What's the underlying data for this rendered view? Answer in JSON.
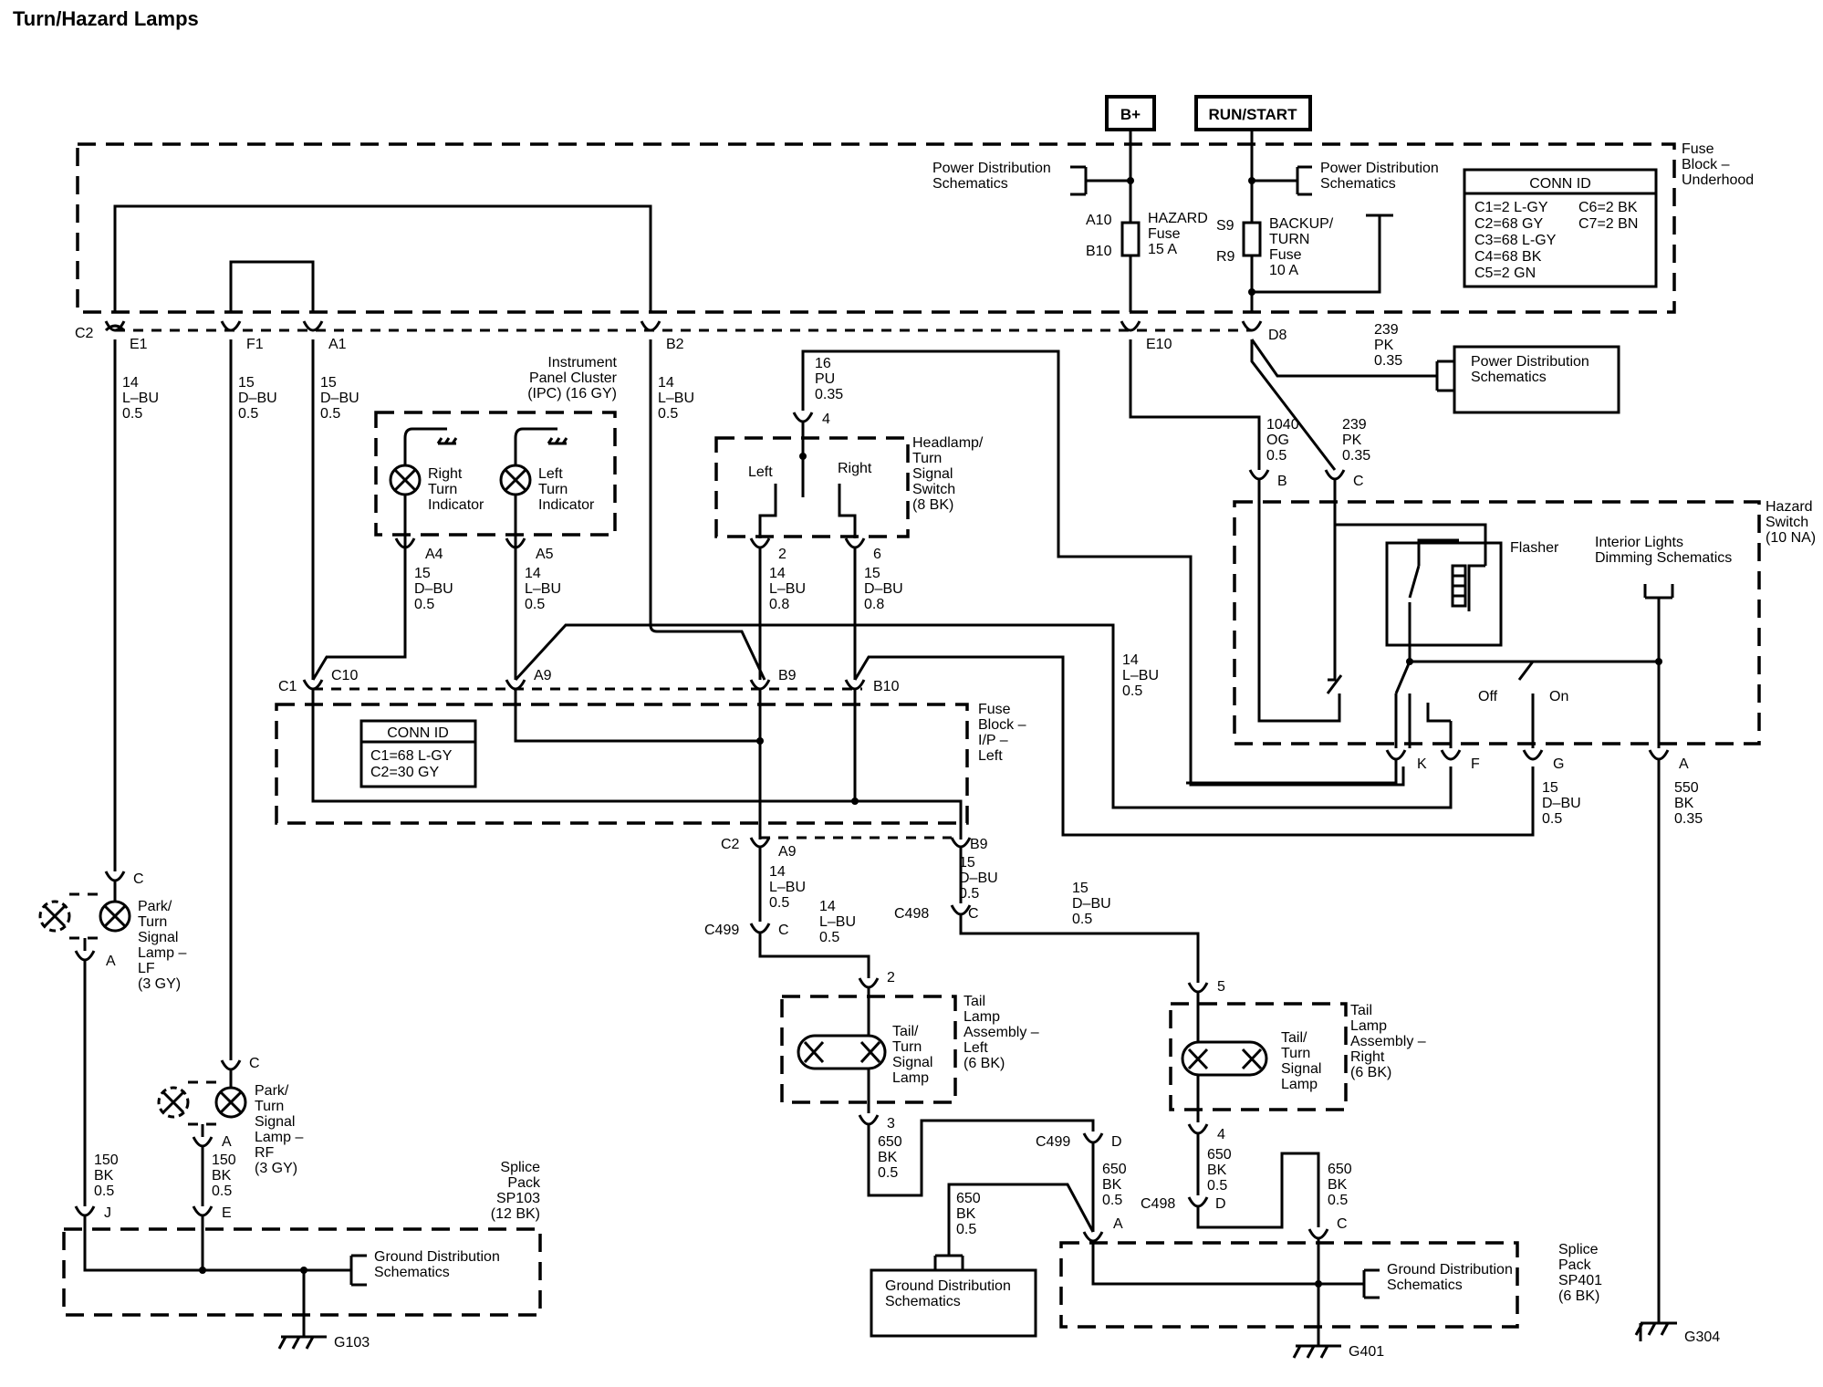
{
  "title": "Turn/Hazard Lamps",
  "power": {
    "bplus": "B+",
    "runstart": "RUN/START"
  },
  "labels": {
    "fuse_block_underhood": [
      "Fuse",
      "Block –",
      "Underhood"
    ],
    "pds": [
      "Power Distribution",
      "Schematics"
    ],
    "hazard_fuse": [
      "HAZARD",
      "Fuse",
      "15 A"
    ],
    "backup_fuse": [
      "BACKUP/",
      "TURN",
      "Fuse",
      "10 A"
    ],
    "a10": "A10",
    "b10": "B10",
    "s9": "S9",
    "r9": "R9",
    "conn_id": "CONN ID",
    "conn_underhood": [
      "C1=2 L-GY",
      "C2=68 GY",
      "C3=68 L-GY",
      "C4=68 BK",
      "C5=2 GN",
      "C6=2 BK",
      "C7=2 BN"
    ],
    "conn_ip": [
      "C1=68 L-GY",
      "C2=30 GY"
    ],
    "ipc": [
      "Instrument",
      "Panel Cluster",
      "(IPC) (16 GY)"
    ],
    "right_turn_ind": [
      "Right",
      "Turn",
      "Indicator"
    ],
    "left_turn_ind": [
      "Left",
      "Turn",
      "Indicator"
    ],
    "headlamp_switch": [
      "Headlamp/",
      "Turn",
      "Signal",
      "Switch",
      "(8 BK)"
    ],
    "left": "Left",
    "right": "Right",
    "hazard_switch": [
      "Hazard",
      "Switch",
      "(10 NA)"
    ],
    "flasher": "Flasher",
    "interior_dim": [
      "Interior Lights",
      "Dimming Schematics"
    ],
    "off": "Off",
    "on": "On",
    "fuse_block_ip": [
      "Fuse",
      "Block –",
      "I/P –",
      "Left"
    ],
    "park_lf": [
      "Park/",
      "Turn",
      "Signal",
      "Lamp –",
      "LF",
      "(3 GY)"
    ],
    "park_rf": [
      "Park/",
      "Turn",
      "Signal",
      "Lamp –",
      "RF",
      "(3 GY)"
    ],
    "tail_left_lamp": [
      "Tail/",
      "Turn",
      "Signal",
      "Lamp"
    ],
    "tail_left_assy": [
      "Tail",
      "Lamp",
      "Assembly –",
      "Left",
      "(6 BK)"
    ],
    "tail_right_lamp": [
      "Tail/",
      "Turn",
      "Signal",
      "Lamp"
    ],
    "tail_right_assy": [
      "Tail",
      "Lamp",
      "Assembly –",
      "Right",
      "(6 BK)"
    ],
    "splice_sp103": [
      "Splice",
      "Pack",
      "SP103",
      "(12 BK)"
    ],
    "splice_sp401": [
      "Splice",
      "Pack",
      "SP401",
      "(6 BK)"
    ],
    "gds": [
      "Ground Distribution",
      "Schematics"
    ],
    "g103": "G103",
    "g401": "G401",
    "g304": "G304"
  },
  "connectors": {
    "c2": "C2",
    "e1": "E1",
    "f1": "F1",
    "a1": "A1",
    "b2": "B2",
    "e10": "E10",
    "d8": "D8",
    "a4": "A4",
    "a5": "A5",
    "c1": "C1",
    "c10": "C10",
    "a9": "A9",
    "b9": "B9",
    "b10": "B10",
    "p4": "4",
    "p2": "2",
    "p6": "6",
    "hb": "B",
    "hc": "C",
    "k": "K",
    "f": "F",
    "g": "G",
    "a": "A",
    "c2b": "C2",
    "a9b": "A9",
    "b9b": "B9",
    "c499": "C499",
    "c": "C",
    "c498": "C498",
    "c2c": "C",
    "tl2": "2",
    "tl3": "3",
    "tr5": "5",
    "tr4": "4",
    "c499b": "C499",
    "d": "D",
    "c498b": "C498",
    "d2": "D",
    "sa": "A",
    "sc": "C",
    "lfc": "C",
    "lfa": "A",
    "rfc": "C",
    "rfa": "A",
    "j": "J",
    "e": "E"
  },
  "wires": {
    "w_c2": [
      "14",
      "L–BU",
      "0.5"
    ],
    "w_f1": [
      "15",
      "D–BU",
      "0.5"
    ],
    "w_a1": [
      "15",
      "D–BU",
      "0.5"
    ],
    "w_b2": [
      "14",
      "L–BU",
      "0.5"
    ],
    "w_pu": [
      "16",
      "PU",
      "0.35"
    ],
    "w_239a": [
      "239",
      "PK",
      "0.35"
    ],
    "w_1040": [
      "1040",
      "OG",
      "0.5"
    ],
    "w_239b": [
      "239",
      "PK",
      "0.35"
    ],
    "w_a4": [
      "15",
      "D–BU",
      "0.5"
    ],
    "w_a5": [
      "14",
      "L–BU",
      "0.5"
    ],
    "w_p2": [
      "14",
      "L–BU",
      "0.8"
    ],
    "w_p6": [
      "15",
      "D–BU",
      "0.8"
    ],
    "w_mid": [
      "14",
      "L–BU",
      "0.5"
    ],
    "w_g": [
      "15",
      "D–BU",
      "0.5"
    ],
    "w_550": [
      "550",
      "BK",
      "0.35"
    ],
    "w_c2a9": [
      "14",
      "L–BU",
      "0.5"
    ],
    "w_b9": [
      "15",
      "D–BU",
      "0.5"
    ],
    "w_c499": [
      "14",
      "L–BU",
      "0.5"
    ],
    "w_c498": [
      "15",
      "D–BU",
      "0.5"
    ],
    "w_tl3": [
      "650",
      "BK",
      "0.5"
    ],
    "w_c499d": [
      "650",
      "BK",
      "0.5"
    ],
    "w_gnd": [
      "650",
      "BK",
      "0.5"
    ],
    "w_tr4": [
      "650",
      "BK",
      "0.5"
    ],
    "w_sc": [
      "650",
      "BK",
      "0.5"
    ],
    "w_150j": [
      "150",
      "BK",
      "0.5"
    ],
    "w_150e": [
      "150",
      "BK",
      "0.5"
    ]
  }
}
